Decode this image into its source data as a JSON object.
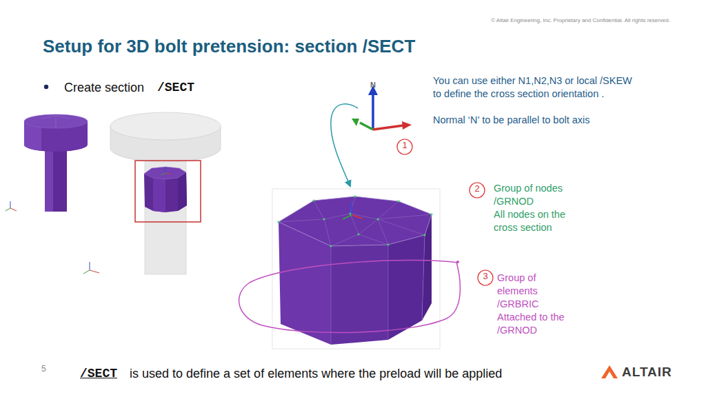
{
  "diagram": {
    "title": "Setup for 3D bolt pretension: section /SECT",
    "labels": [
      "© Altair Engineering, Inc. Proprietary and Confidential. All rights reserved.",
      "Create section",
      "/SECT",
      "You can use either N1,N2,N3 or local /SKEW to define the cross section orientation .",
      "Normal ‘N’ to be parallel to bolt axis",
      "N",
      "1",
      "Group of nodes /GRNOD",
      "All nodes on the cross section",
      "2",
      "Group of elements /GRBRIC",
      "Attached to the /GRNOD",
      "3",
      "/SECT",
      "is used to define a set of elements where the preload will be applied",
      "5",
      "ALTAIR"
    ]
  }
}
